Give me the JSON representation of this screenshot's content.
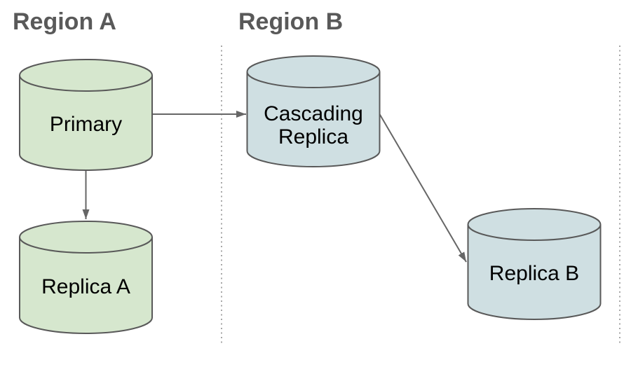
{
  "diagram": {
    "regions": [
      {
        "label": "Region A"
      },
      {
        "label": "Region B"
      }
    ],
    "nodes": {
      "primary": {
        "label": "Primary",
        "region": "Region A"
      },
      "replica_a": {
        "label": "Replica A",
        "region": "Region A"
      },
      "cascading_replica": {
        "label_line1": "Cascading",
        "label_line2": "Replica",
        "region": "Region B"
      },
      "replica_b": {
        "label": "Replica B",
        "region": "Region B"
      }
    },
    "edges": [
      {
        "from": "Primary",
        "to": "Cascading Replica"
      },
      {
        "from": "Primary",
        "to": "Replica A"
      },
      {
        "from": "Cascading Replica",
        "to": "Replica B"
      }
    ],
    "colors": {
      "region_a_fill": "#d6e7ce",
      "region_b_fill": "#cfdfe2",
      "outline": "#595959",
      "arrow": "#666666",
      "heading_text": "#595959",
      "label_text": "#000000",
      "boundary_line": "#8a8a8a",
      "background": "#ffffff"
    }
  }
}
